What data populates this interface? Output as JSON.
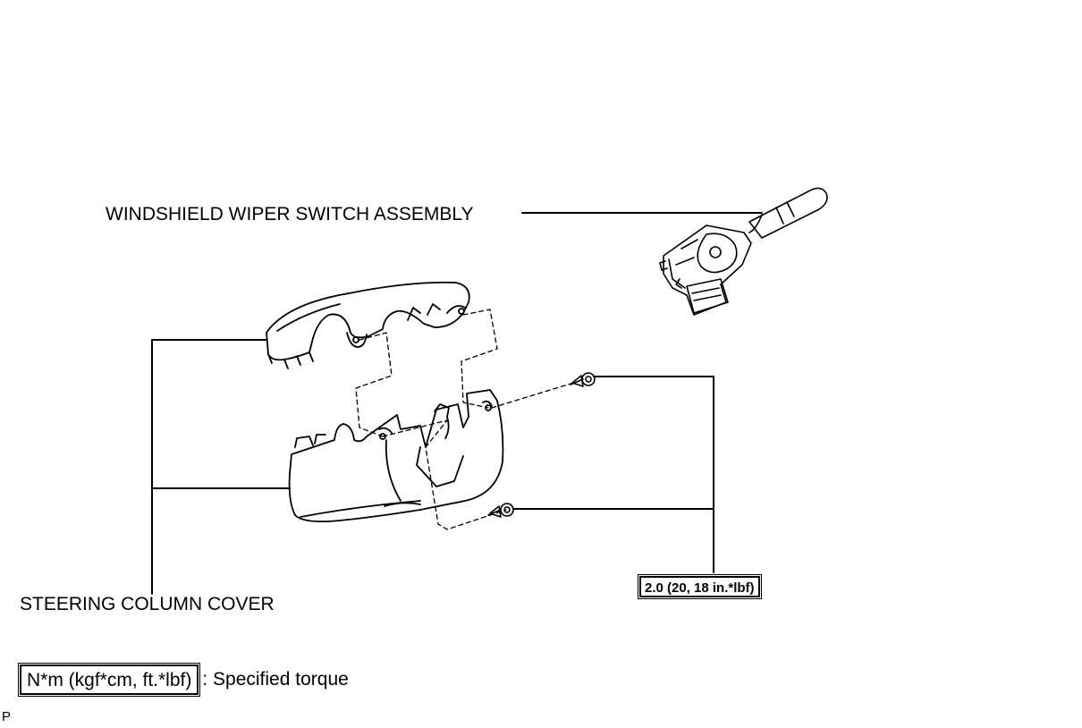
{
  "labels": {
    "wiper_switch": "WINDSHIELD WIPER SWITCH ASSEMBLY",
    "column_cover": "STEERING COLUMN COVER"
  },
  "torque": {
    "value": "2.0 (20, 18 in.*lbf)"
  },
  "legend": {
    "unit": "N*m (kgf*cm, ft.*lbf)",
    "description": ": Specified torque"
  },
  "page_mark": "P"
}
